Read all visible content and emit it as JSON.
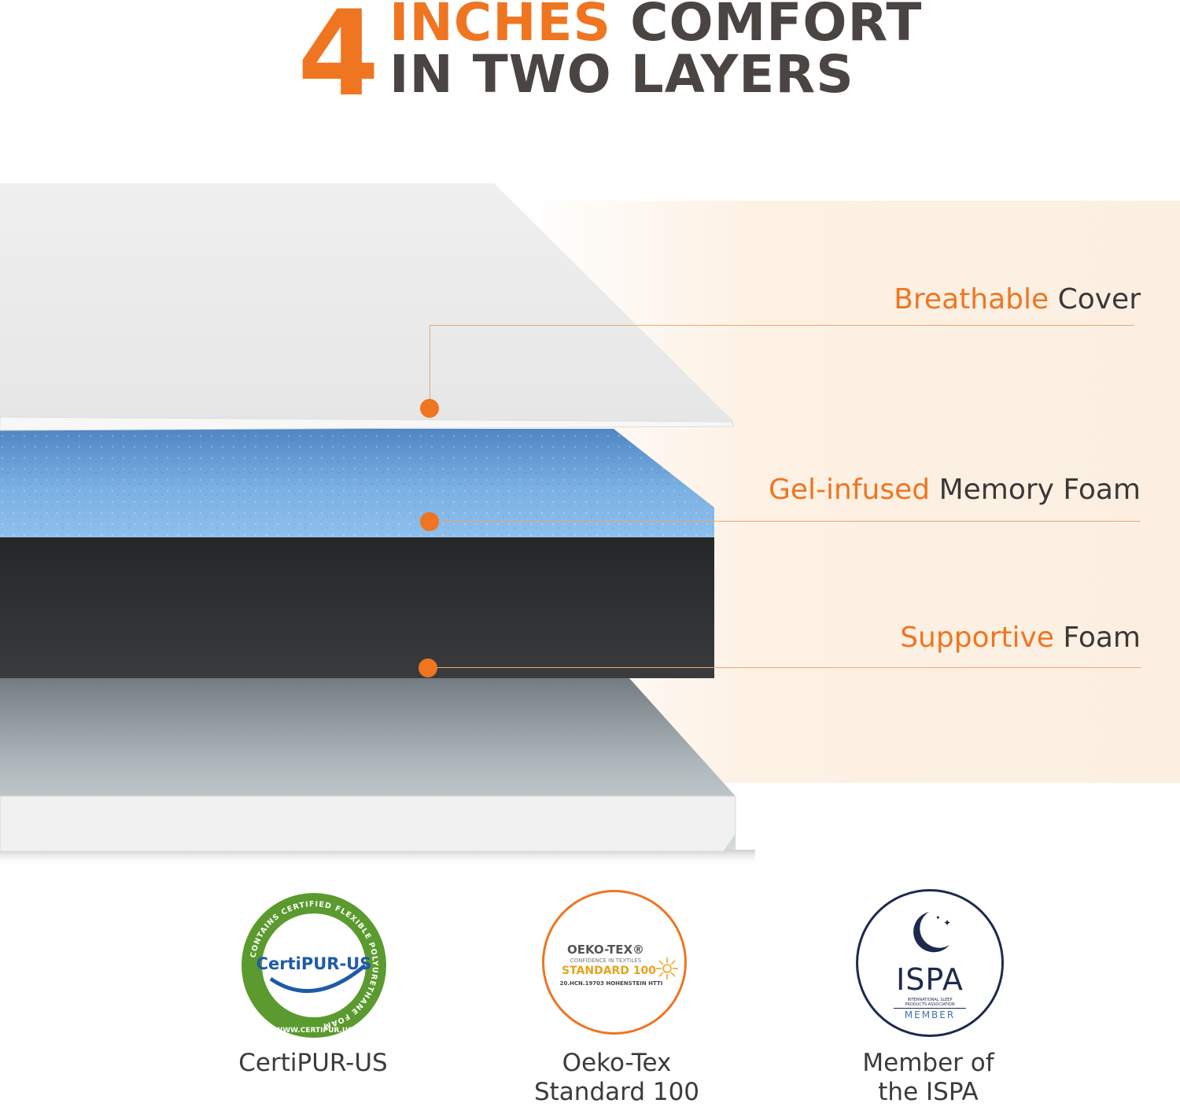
{
  "headline": {
    "number": "4",
    "line1_highlight": "INCHES",
    "line1_rest": " COMFORT",
    "line2": "IN TWO LAYERS"
  },
  "layers": [
    {
      "highlight": "Breathable",
      "rest": " Cover"
    },
    {
      "highlight": "Gel-infused",
      "rest": " Memory Foam"
    },
    {
      "highlight": "Supportive",
      "rest": " Foam"
    }
  ],
  "certifications": [
    {
      "caption": "CertiPUR-US",
      "badge_text": "CertiPUR-US",
      "ring_text": "CONTAINS CERTIFIED FLEXIBLE POLYURETHANE FOAM",
      "site": "WWW.CERTIPUR.US"
    },
    {
      "caption_line1": "Oeko-Tex",
      "caption_line2": "Standard 100",
      "brand": "OEKO-TEX®",
      "tagline": "CONFIDENCE IN TEXTILES",
      "standard": "STANDARD 100",
      "cert_no": "20.HCN.19703 HOHENSTEIN HTTI"
    },
    {
      "caption_line1": "Member of",
      "caption_line2": "the ISPA",
      "name": "ISPA",
      "sub": "INTERNATIONAL SLEEP PRODUCTS ASSOCIATION",
      "member": "MEMBER"
    }
  ],
  "colors": {
    "accent": "#ef7521",
    "text": "#4a4543",
    "gel": "#7fb3e3",
    "support": "#343536",
    "cover": "#ececec",
    "certi_green": "#4e8a2a",
    "ispa_navy": "#1d2a4d"
  }
}
